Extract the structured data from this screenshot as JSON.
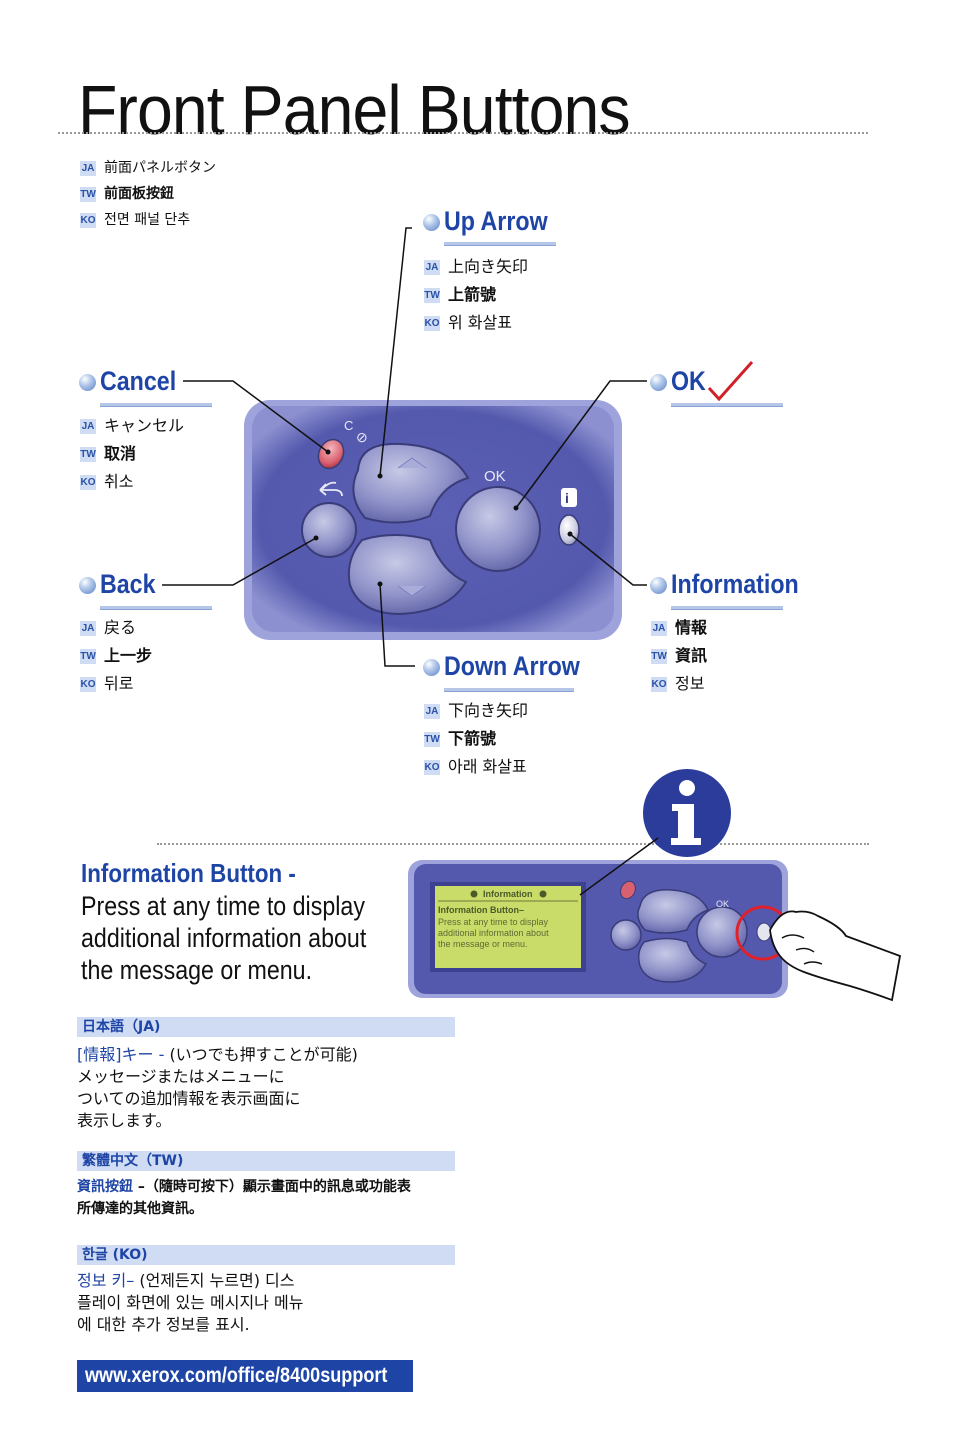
{
  "title": "Front Panel Buttons",
  "tags": {
    "ja": "JA",
    "tw": "TW",
    "ko": "KO"
  },
  "heading_translations": {
    "ja": "前面パネルボタン",
    "tw": "前面板按鈕",
    "ko": "전면 패널 단추"
  },
  "buttons": {
    "up": {
      "label": "Up Arrow",
      "ja": "上向き矢印",
      "tw": "上箭號",
      "ko": "위 화살표"
    },
    "cancel": {
      "label": "Cancel",
      "ja": "キャンセル",
      "tw": "取消",
      "ko": "취소"
    },
    "ok": {
      "label": "OK",
      "ja": "",
      "tw": "",
      "ko": ""
    },
    "back": {
      "label": "Back",
      "ja": "戻る",
      "tw": "上一步",
      "ko": "뒤로"
    },
    "information": {
      "label": "Information",
      "ja": "情報",
      "tw": "資訊",
      "ko": "정보"
    },
    "down": {
      "label": "Down Arrow",
      "ja": "下向き矢印",
      "tw": "下箭號",
      "ko": "아래 화살표"
    }
  },
  "panel": {
    "cancel_key": "C",
    "ok_key": "OK",
    "info_key": "i"
  },
  "info_section": {
    "heading": "Information Button -",
    "body_lines": [
      "Press at any time to display",
      "additional information about",
      "the message or menu."
    ],
    "display": {
      "title": "Information",
      "line1": "Information Button–",
      "line2": "Press at any time to display",
      "line3": "additional information about",
      "line4": "the message or menu."
    }
  },
  "ja_section": {
    "header": "日本語（JA)",
    "key": "[情報]キー - ",
    "line1_rest": "(いつでも押すことが可能)",
    "line2": "メッセージまたはメニューに",
    "line3": "ついての追加情報を表示画面に",
    "line4": "表示します。"
  },
  "tw_section": {
    "header": "繁體中文（TW)",
    "key": "資訊按鈕",
    "line1_rest": " –（隨時可按下）顯示畫面中的訊息或功能表",
    "line2": "所傳達的其他資訊。"
  },
  "ko_section": {
    "header": "한글 (KO)",
    "key": "정보 키– ",
    "line1_rest": "(언제든지 누르면) 디스",
    "line2": "플레이 화면에 있는 메시지나 메뉴",
    "line3": "에 대한 추가 정보를 표시."
  },
  "url": "www.xerox.com/office/8400support",
  "colors": {
    "brand_blue": "#1e45a6",
    "panel_purple": "#5a5fb2",
    "tag_bg": "#cfdcf3",
    "cancel_red": "#d9606e",
    "lcd_green": "#c9dc6a"
  }
}
